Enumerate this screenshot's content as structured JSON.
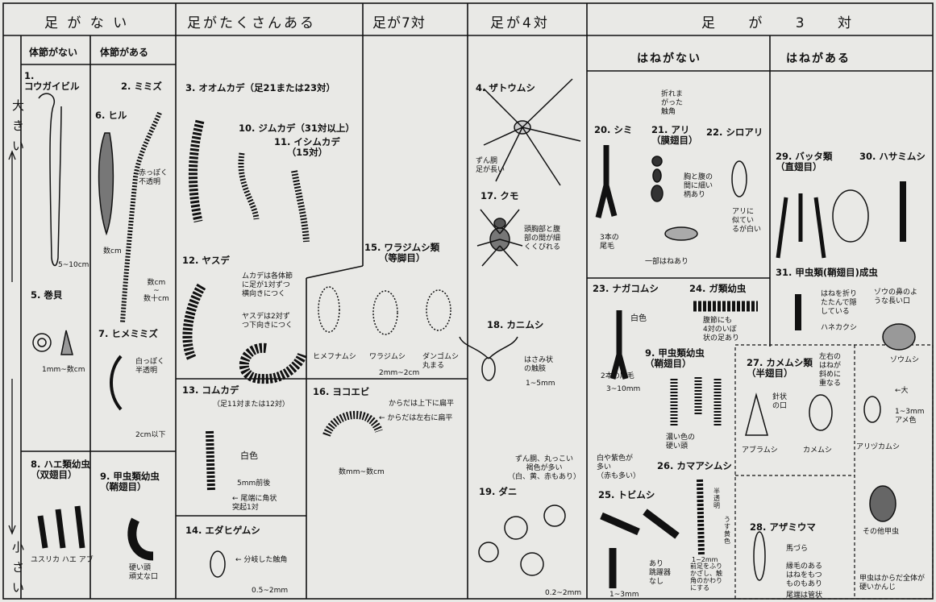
{
  "headers": {
    "legless": "足 が な い",
    "many_legs": "足がたくさんある",
    "seven_pairs": "足が7対",
    "four_pairs": "足が4対",
    "three_pairs": "足 が 3 対"
  },
  "subheaders": {
    "no_segments": "体節がない",
    "segmented": "体節がある",
    "no_wings": "はねがない",
    "winged": "はねがある"
  },
  "side_axis": {
    "top": "大",
    "top2": "き",
    "top3": "い",
    "bottom": "小",
    "bottom2": "さ",
    "bottom3": "い"
  },
  "animals": {
    "a1": "1.\nコウガイビル",
    "a2": "2. ミミズ",
    "a3": "3. オオムカデ（足21または23対）",
    "a4": "4. ザトウムシ",
    "a5": "5. 巻貝",
    "a6": "6. ヒル",
    "a7": "7. ヒメミミズ",
    "a8": "8. ハエ類幼虫\n（双翅目）",
    "a9": "9. 甲虫類幼虫\n（鞘翅目）",
    "a9b": "9. 甲虫類幼虫\n（鞘翅目）",
    "a10": "10. ジムカデ（31対以上）",
    "a11": "11. イシムカデ\n（15対）",
    "a12": "12. ヤスデ",
    "a13": "13. コムカデ",
    "a14": "14. エダヒゲムシ",
    "a15": "15. ワラジムシ類\n（等脚目）",
    "a16": "16. ヨコエビ",
    "a17": "17. クモ",
    "a18": "18. カニムシ",
    "a19": "19. ダニ",
    "a20": "20. シミ",
    "a21": "21. アリ\n（膜翅目）",
    "a22": "22. シロアリ",
    "a23": "23. ナガコムシ",
    "a24": "24. ガ類幼虫",
    "a25": "25. トビムシ",
    "a26": "26. カマアシムシ",
    "a27": "27. カメムシ類\n（半翅目）",
    "a28": "28. アザミウマ",
    "a29": "29. バッタ類\n（直翅目）",
    "a30": "30. ハサミムシ",
    "a31": "31. 甲虫類(鞘翅目)成虫"
  },
  "notes": {
    "leech_note": "赤っぽく\n不透明",
    "hime_note": "白っぽく\n半透明",
    "centipede_note": "ムカデは各体節\nに足が1対ずつ\n横向きにつく",
    "millipede_note": "ヤスデは2対ず\nつ下向きにつく",
    "komukade_pairs": "（足11対または12対）",
    "komukade_white": "白色",
    "komukade_tail": "← 尾端に角状\n突起1対",
    "edahige_note": "← 分岐した触角",
    "isopod1": "ヒメフナムシ",
    "isopod2": "ワラジムシ",
    "isopod3": "ダンゴムシ\n丸まる",
    "yokoebi1": "からだは上下に扁平",
    "yokoebi2": "← からだは左右に扁平",
    "harvestman_note": "ずん胴\n足が長い",
    "spider_note": "頭胸部と腹\n部の間が細\nくくびれる",
    "pseudoscorp_note": "はさみ状\nの触肢",
    "mite_note": "ずん胴、丸っこい\n褐色が多い\n（白、黄、赤もあり）",
    "silverfish_note": "3本の\n尾毛",
    "ant_note": "胸と腹の\n間に細い\n柄あり",
    "ant_antenna": "折れま\nがった\n触角",
    "ant_winged": "一部はねあり",
    "termite_note": "アリに\n似てい\nるが白い",
    "diplura_white": "白色",
    "diplura_tail": "2本の尾毛",
    "moth_note": "腹節にも\n4対のいぼ\n状の足あり",
    "beetle_larva_note": "濃い色の\n硬い頭",
    "collembola_color": "白や紫色が\n多い\n（赤も多い）",
    "collembola_jump": "あり\n跳躍器\nなし",
    "protura_note": "前足をふり\nかざし、触\n角のかわり\nにする",
    "protura_clear": "半\n透\n明",
    "protura_yellow": "う\nす\n黄\n色",
    "earwig_note": "はねを折り\nたたんで隠\nしている",
    "hanekakushi": "ハネカクシ",
    "weevil_note": "ゾウの鼻のよ\nうな長い口",
    "weevil": "ゾウムシ",
    "bug_mouth": "針状\nの口",
    "bug_wings": "左右の\nはねが\n斜めに\n重なる",
    "aphid": "アブラムシ",
    "stinkbug": "カメムシ",
    "ant_beetle": "アリヅカムシ",
    "ant_beetle_size": "1~3mm\nアメ色",
    "big_arrow": "←大",
    "other_beetle": "その他甲虫",
    "beetle_body": "甲虫はからだ全体が\n硬いかんじ",
    "thrips_face": "馬づら",
    "thrips_wing": "縁毛のある\nはねをもつ\nものもあり",
    "thrips_tail": "尾端は管状",
    "fly_types": "ユスリカ ハエ アブ",
    "beetle_larva_head": "硬い頭\n頑丈な口"
  },
  "sizes": {
    "s1": "5~10cm",
    "s2": "数cm",
    "s2b": "数cm\n~\n数十cm",
    "s5": "1mm~数cm",
    "s7": "2cm以下",
    "s13": "5mm前後",
    "s14": "0.5~2mm",
    "s15": "2mm~2cm",
    "s16": "数mm~数cm",
    "s18": "1~5mm",
    "s19": "0.2~2mm",
    "s23": "3~10mm",
    "s25": "1~3mm",
    "s26": "1~2mm"
  },
  "colors": {
    "ink": "#111111",
    "paper": "#e9e9e6"
  }
}
